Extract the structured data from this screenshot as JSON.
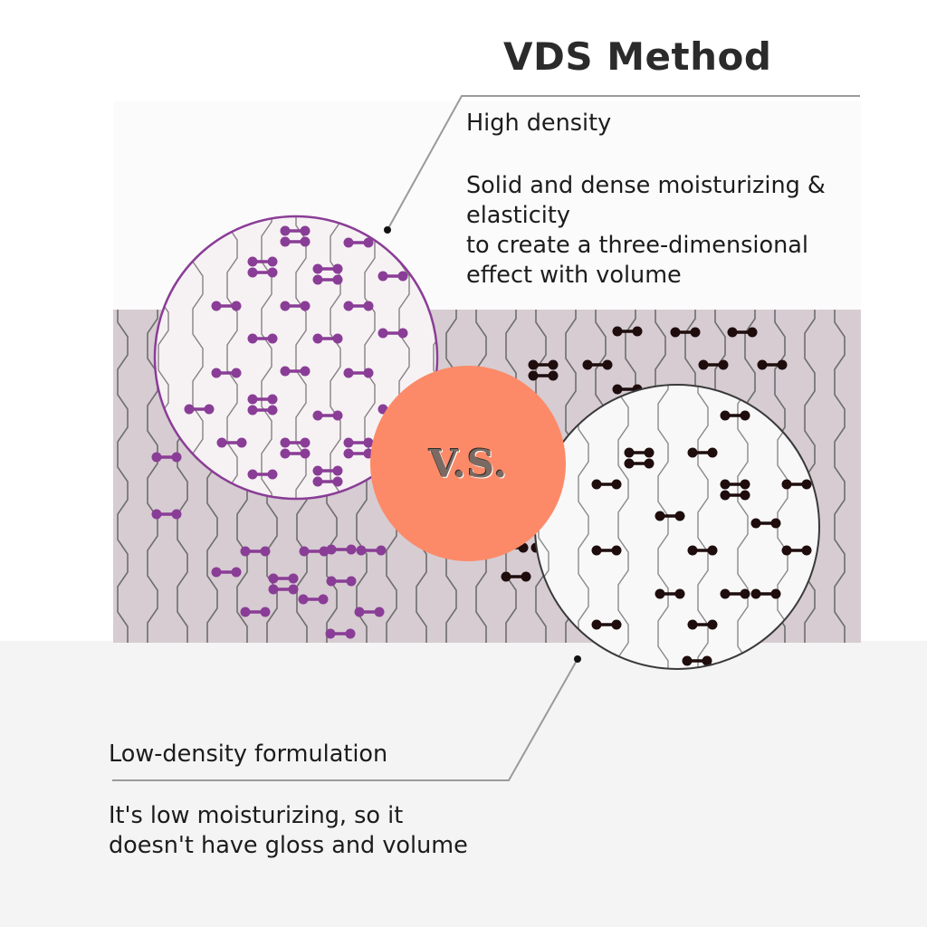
{
  "title": "VDS Method",
  "high": {
    "heading": "High density",
    "body": [
      "Solid and dense moisturizing &",
      "elasticity",
      "to create a three-dimensional",
      "effect with volume"
    ]
  },
  "low": {
    "heading": "Low-density formulation",
    "body": [
      "It's low moisturizing, so it",
      "doesn't have gloss and volume"
    ]
  },
  "vs_label": "V.S.",
  "colors": {
    "panel": "#d6ccd2",
    "strand": "#6e6e6e",
    "purple_molecule": "#8a3d96",
    "black_molecule": "#1f0d0d",
    "vs_circle": "#fc8a68",
    "leader": "#9a9a9a",
    "circle_fill": "#f6f2f4"
  }
}
